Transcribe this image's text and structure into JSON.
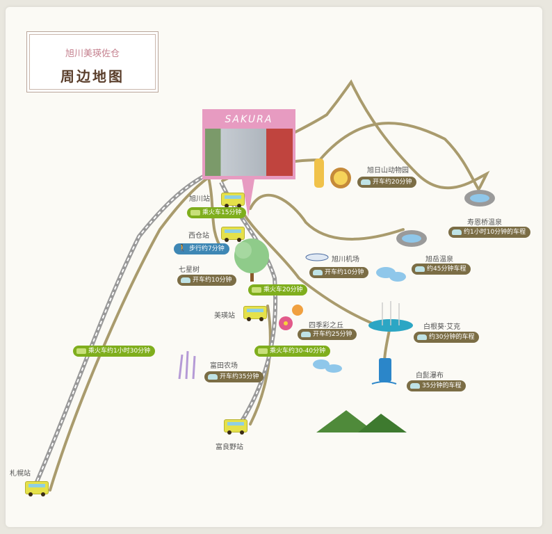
{
  "title": {
    "subtitle": "旭川美瑛佐仓",
    "main": "周边地图"
  },
  "photo": {
    "brand": "SAKURA"
  },
  "stations": [
    {
      "name": "旭川站"
    },
    {
      "name": "西仓站"
    },
    {
      "name": "美瑛站"
    },
    {
      "name": "富良野站"
    },
    {
      "name": "札幌站"
    }
  ],
  "spots": [
    {
      "name": "七星树",
      "time": "开车约10分钟"
    },
    {
      "name": "四季彩之丘",
      "time": "开车约25分钟"
    },
    {
      "name": "富田农场",
      "time": "开车约35分钟"
    },
    {
      "name": "旭日山动物园",
      "time": "开车约20分钟"
    },
    {
      "name": "寿恩桥温泉",
      "time": "约1小时10分钟的车程"
    },
    {
      "name": "旭川机场",
      "time": "开车约10分钟"
    },
    {
      "name": "旭岳温泉",
      "time": "约45分钟车程"
    },
    {
      "name": "白根葵·艾克",
      "time": "约30分钟的车程"
    },
    {
      "name": "白髭瀑布",
      "time": "35分钟的车程"
    }
  ],
  "trains": {
    "asahikawa": "乘火车15分钟",
    "nishikura_walk": "步行约7分钟",
    "biei": "乘火车20分钟",
    "furano": "乘火车约30-40分钟",
    "sapporo": "乘火车约1小时30分钟"
  },
  "colors": {
    "road": "#a99b6d",
    "pill_car": "#7b6d45",
    "pill_train": "#7fae1d",
    "pill_walk": "#3e87b4",
    "frame": "#e79bc1"
  }
}
